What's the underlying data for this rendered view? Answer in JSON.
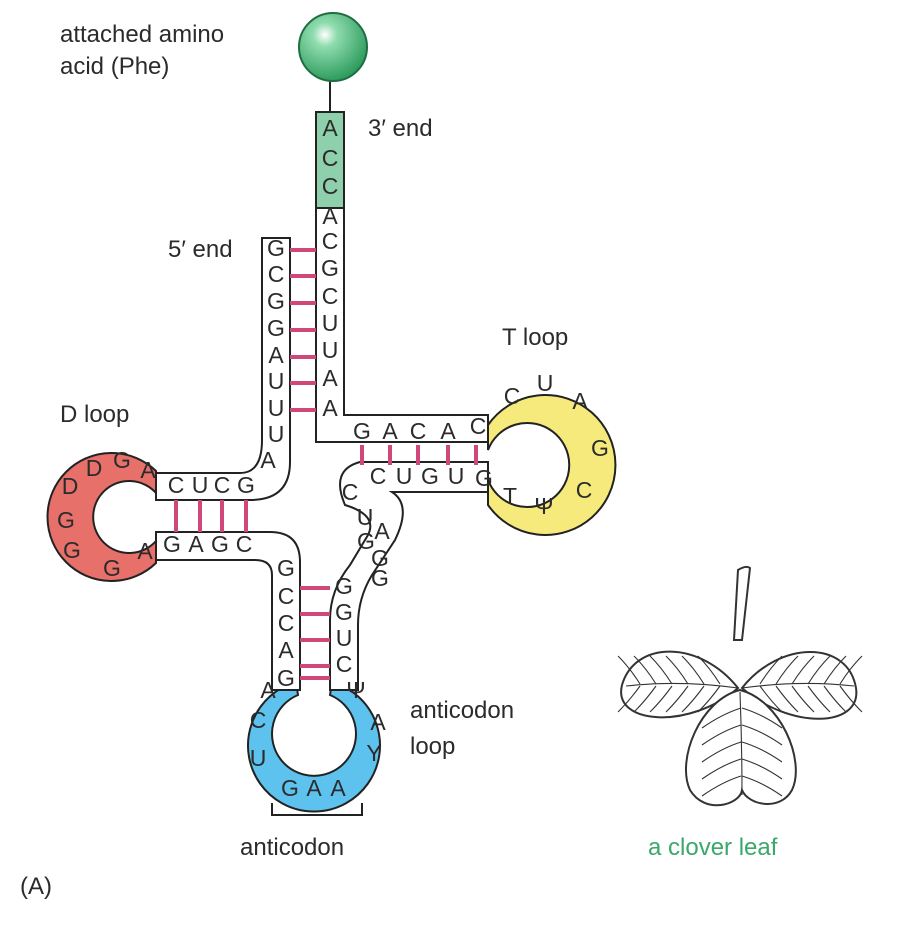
{
  "labels": {
    "amino_acid_line1": "attached amino",
    "amino_acid_line2": "acid (Phe)",
    "three_prime": "3′ end",
    "five_prime": "5′ end",
    "t_loop": "T loop",
    "d_loop": "D loop",
    "anticodon_loop_line1": "anticodon",
    "anticodon_loop_line2": "loop",
    "anticodon": "anticodon",
    "clover_leaf": "a clover leaf",
    "panel": "(A)"
  },
  "colors": {
    "amino_acid": "#3aa86a",
    "acceptor_tail": "#8fd0ac",
    "t_loop": "#f7ea7c",
    "d_loop": "#e7706a",
    "anticodon_loop": "#5dc3ee",
    "base_pair": "#d0487a",
    "clover_label": "#3aa86a"
  },
  "bases": {
    "acceptor_3prime": [
      "A",
      "C",
      "C",
      "A",
      "C",
      "G",
      "C",
      "U",
      "U",
      "A",
      "A"
    ],
    "acceptor_5prime": [
      "G",
      "C",
      "G",
      "G",
      "A",
      "U",
      "U",
      "U"
    ],
    "linker_5prime": "A",
    "d_stem_top": [
      "C",
      "U",
      "C",
      "G"
    ],
    "d_stem_bottom": [
      "G",
      "A",
      "G",
      "C"
    ],
    "d_loop": [
      "A",
      "G",
      "D",
      "D",
      "G",
      "G",
      "G",
      "A"
    ],
    "t_stem_top": [
      "G",
      "A",
      "C",
      "A",
      "C"
    ],
    "t_stem_bottom": [
      "C",
      "U",
      "G",
      "U",
      "G"
    ],
    "t_loop": [
      "C",
      "U",
      "A",
      "G",
      "C",
      "Ψ",
      "T"
    ],
    "variable_loop": [
      "C",
      "U",
      "G",
      "G",
      "A",
      "G"
    ],
    "anticodon_stem_left": [
      "G",
      "C",
      "C",
      "A",
      "G"
    ],
    "anticodon_stem_right": [
      "G",
      "G",
      "U",
      "C"
    ],
    "anticodon_loop": [
      "A",
      "C",
      "U",
      "G",
      "A",
      "A",
      "Y",
      "A",
      "Ψ"
    ]
  }
}
